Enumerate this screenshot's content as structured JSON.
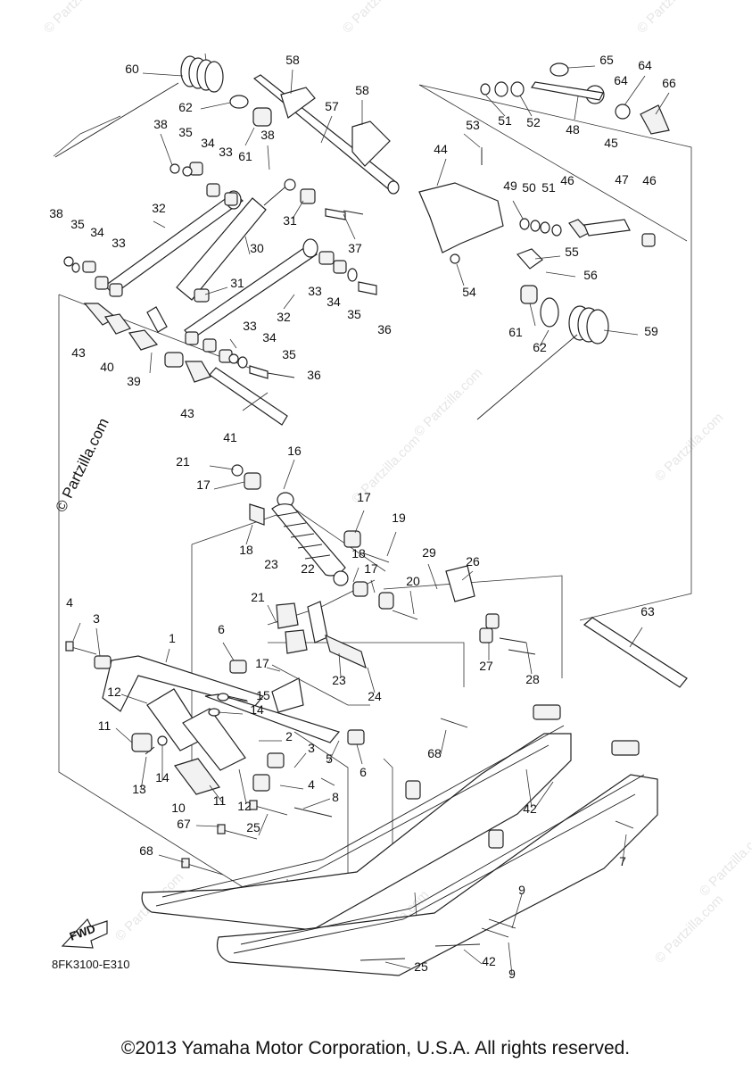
{
  "diagram": {
    "code": "8FK3100-E310",
    "fwd_label": "FWD",
    "side_watermark": "© Partzilla.com",
    "watermark": "© Partzilla.com",
    "copyright": "©2013 Yamaha Motor Corporation, U.S.A. All rights reserved."
  },
  "callouts": [
    "60",
    "58",
    "58",
    "57",
    "65",
    "64",
    "64",
    "66",
    "62",
    "38",
    "35",
    "34",
    "33",
    "61",
    "38",
    "53",
    "51",
    "52",
    "48",
    "44",
    "45",
    "49",
    "50",
    "51",
    "46",
    "47",
    "46",
    "38",
    "35",
    "34",
    "33",
    "32",
    "30",
    "31",
    "37",
    "55",
    "56",
    "54",
    "31",
    "33",
    "34",
    "35",
    "36",
    "61",
    "62",
    "59",
    "32",
    "33",
    "34",
    "35",
    "36",
    "43",
    "40",
    "39",
    "43",
    "41",
    "21",
    "17",
    "16",
    "18",
    "17",
    "19",
    "18",
    "17",
    "29",
    "26",
    "23",
    "22",
    "20",
    "21",
    "4",
    "3",
    "1",
    "6",
    "24",
    "23",
    "17",
    "27",
    "28",
    "63",
    "12",
    "15",
    "14",
    "11",
    "2",
    "3",
    "5",
    "6",
    "68",
    "14",
    "13",
    "4",
    "11",
    "12",
    "10",
    "8",
    "42",
    "67",
    "25",
    "7",
    "68",
    "9",
    "42",
    "25",
    "9",
    "7"
  ]
}
